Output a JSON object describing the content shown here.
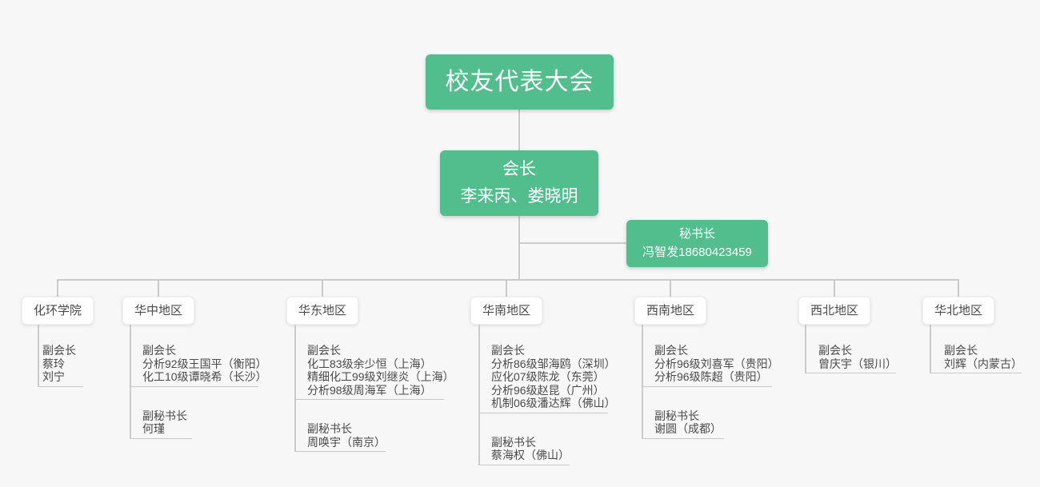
{
  "palette": {
    "background": "#f7f7f7",
    "node_green": "#52be8e",
    "node_white": "#ffffff",
    "connector_gray": "#cbcbcb",
    "text_dark": "#4a4a4a",
    "text_white": "#ffffff"
  },
  "root": {
    "label": "校友代表大会"
  },
  "president": {
    "title": "会长",
    "names": "李来丙、娄晓明"
  },
  "secretary": {
    "title": "秘书长",
    "name": "冯智发18680423459"
  },
  "regions": [
    {
      "label": "化环学院",
      "sections": [
        [
          "副会长",
          "蔡玲",
          "刘宁"
        ]
      ]
    },
    {
      "label": "华中地区",
      "sections": [
        [
          "副会长",
          "分析92级王国平（衡阳）",
          "化工10级谭晓希（长沙）"
        ],
        [
          "副秘书长",
          "何瑾"
        ]
      ]
    },
    {
      "label": "华东地区",
      "sections": [
        [
          "副会长",
          "化工83级余少恒（上海）",
          "精细化工99级刘继炎（上海）",
          "分析98级周海军（上海）"
        ],
        [
          "副秘书长",
          "周唤宇（南京）"
        ]
      ]
    },
    {
      "label": "华南地区",
      "sections": [
        [
          "副会长",
          "分析86级邹海鸥（深圳）",
          "应化07级陈龙（东莞）",
          "分析96级赵昆（广州）",
          "机制06级潘达辉（佛山）"
        ],
        [
          "副秘书长",
          "蔡海权（佛山）"
        ]
      ]
    },
    {
      "label": "西南地区",
      "sections": [
        [
          "副会长",
          "分析96级刘喜军（贵阳）",
          "分析96级陈超（贵阳）"
        ],
        [
          "副秘书长",
          "谢圆（成都）"
        ]
      ]
    },
    {
      "label": "西北地区",
      "sections": [
        [
          "副会长",
          "曾庆宇（银川）"
        ]
      ]
    },
    {
      "label": "华北地区",
      "sections": [
        [
          "副会长",
          "刘辉（内蒙古）"
        ]
      ]
    }
  ]
}
